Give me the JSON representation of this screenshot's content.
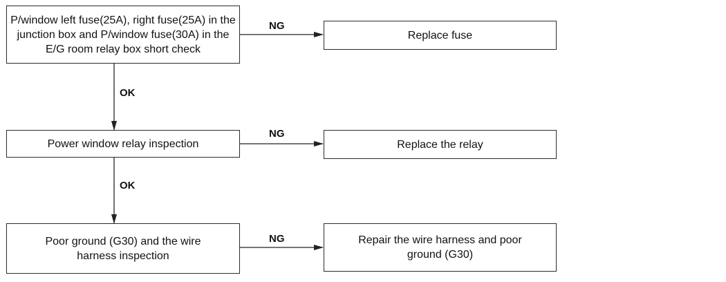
{
  "steps": [
    {
      "check": "P/window left fuse(25A), right fuse(25A) in the junction box and P/window fuse(30A) in the E/G room relay box short check",
      "ng_label": "NG",
      "action": "Replace fuse",
      "ok_label": "OK"
    },
    {
      "check": "Power window relay inspection",
      "ng_label": "NG",
      "action": "Replace the relay",
      "ok_label": "OK"
    },
    {
      "check": "Poor ground (G30) and the wire harness inspection",
      "ng_label": "NG",
      "action": "Repair the wire harness and poor ground (G30)"
    }
  ]
}
